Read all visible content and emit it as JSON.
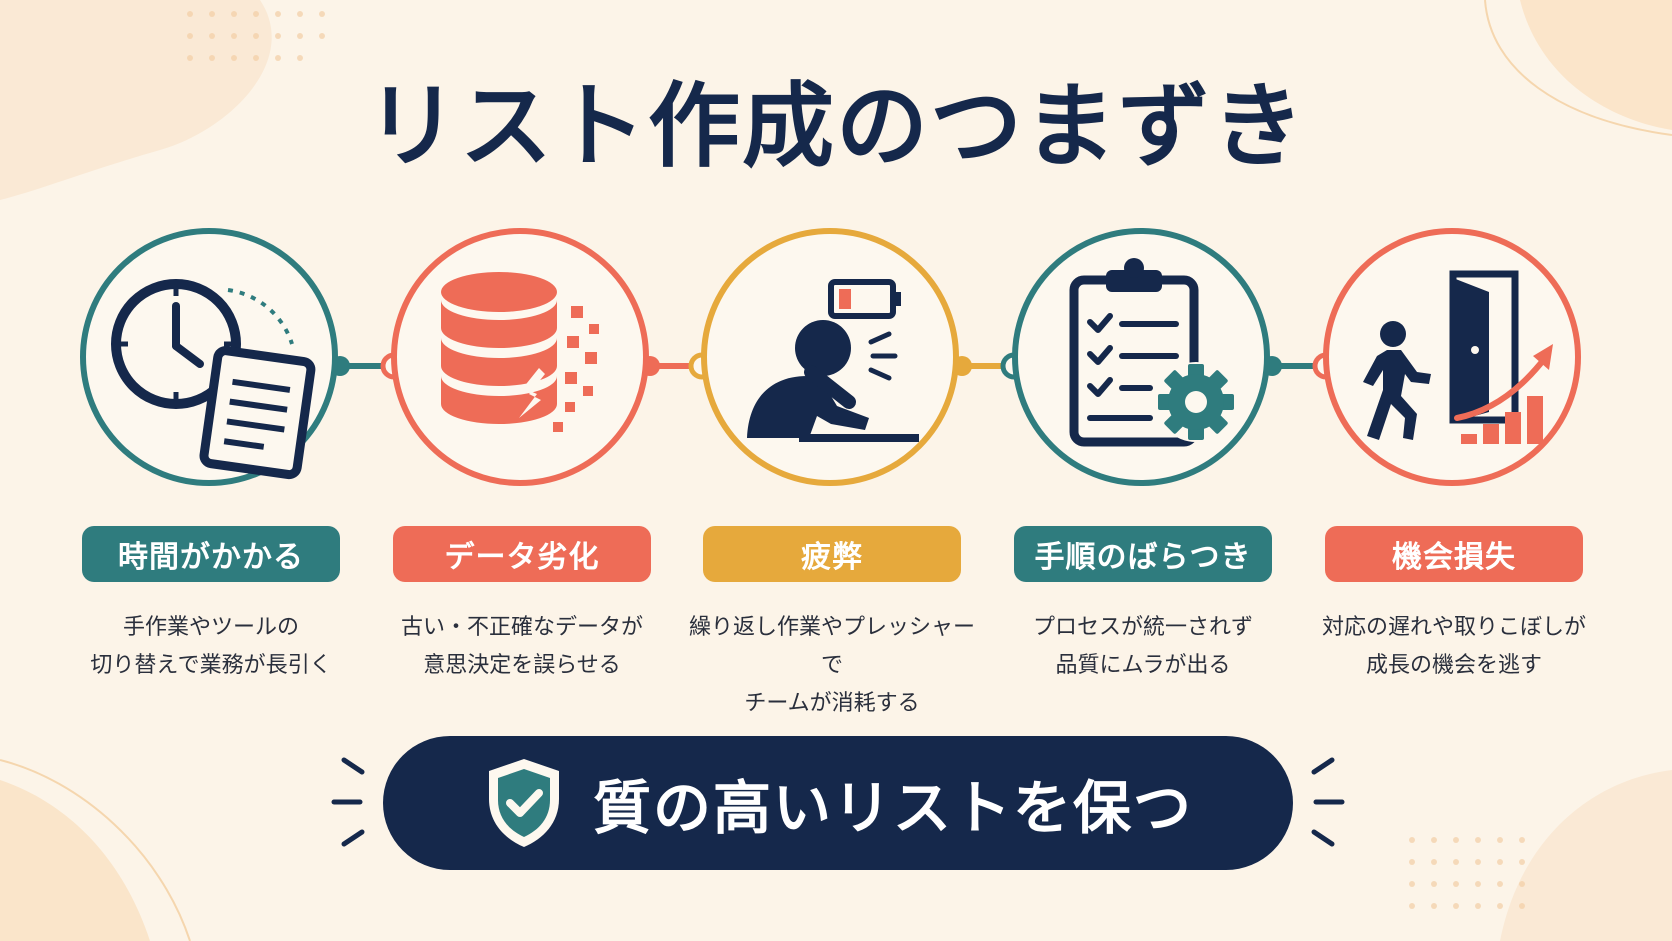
{
  "title": "リスト作成のつまずき",
  "colors": {
    "navy": "#15284b",
    "teal": "#2f7c7e",
    "coral": "#ee6c57",
    "amber": "#e6a93c",
    "background": "#fcf4e8"
  },
  "steps": [
    {
      "label": "時間がかかる",
      "desc": [
        "手作業やツールの",
        "切り替えで業務が長引く"
      ],
      "color": "#2f7c7e",
      "icon": "clock-document-icon"
    },
    {
      "label": "データ劣化",
      "desc": [
        "古い・不正確なデータが",
        "意思決定を誤らせる"
      ],
      "color": "#ee6c57",
      "icon": "cracked-database-icon"
    },
    {
      "label": "疲弊",
      "desc": [
        "繰り返し作業やプレッシャーで",
        "チームが消耗する"
      ],
      "color": "#e6a93c",
      "icon": "exhausted-person-low-battery-icon"
    },
    {
      "label": "手順のばらつき",
      "desc": [
        "プロセスが統一されず",
        "品質にムラが出る"
      ],
      "color": "#2f7c7e",
      "icon": "clipboard-gear-icon"
    },
    {
      "label": "機会損失",
      "desc": [
        "対応の遅れや取りこぼしが",
        "成長の機会を逃す"
      ],
      "color": "#ee6c57",
      "icon": "person-leaving-door-icon"
    }
  ],
  "banner": {
    "text": "質の高いリストを保つ",
    "icon": "shield-check-icon"
  }
}
